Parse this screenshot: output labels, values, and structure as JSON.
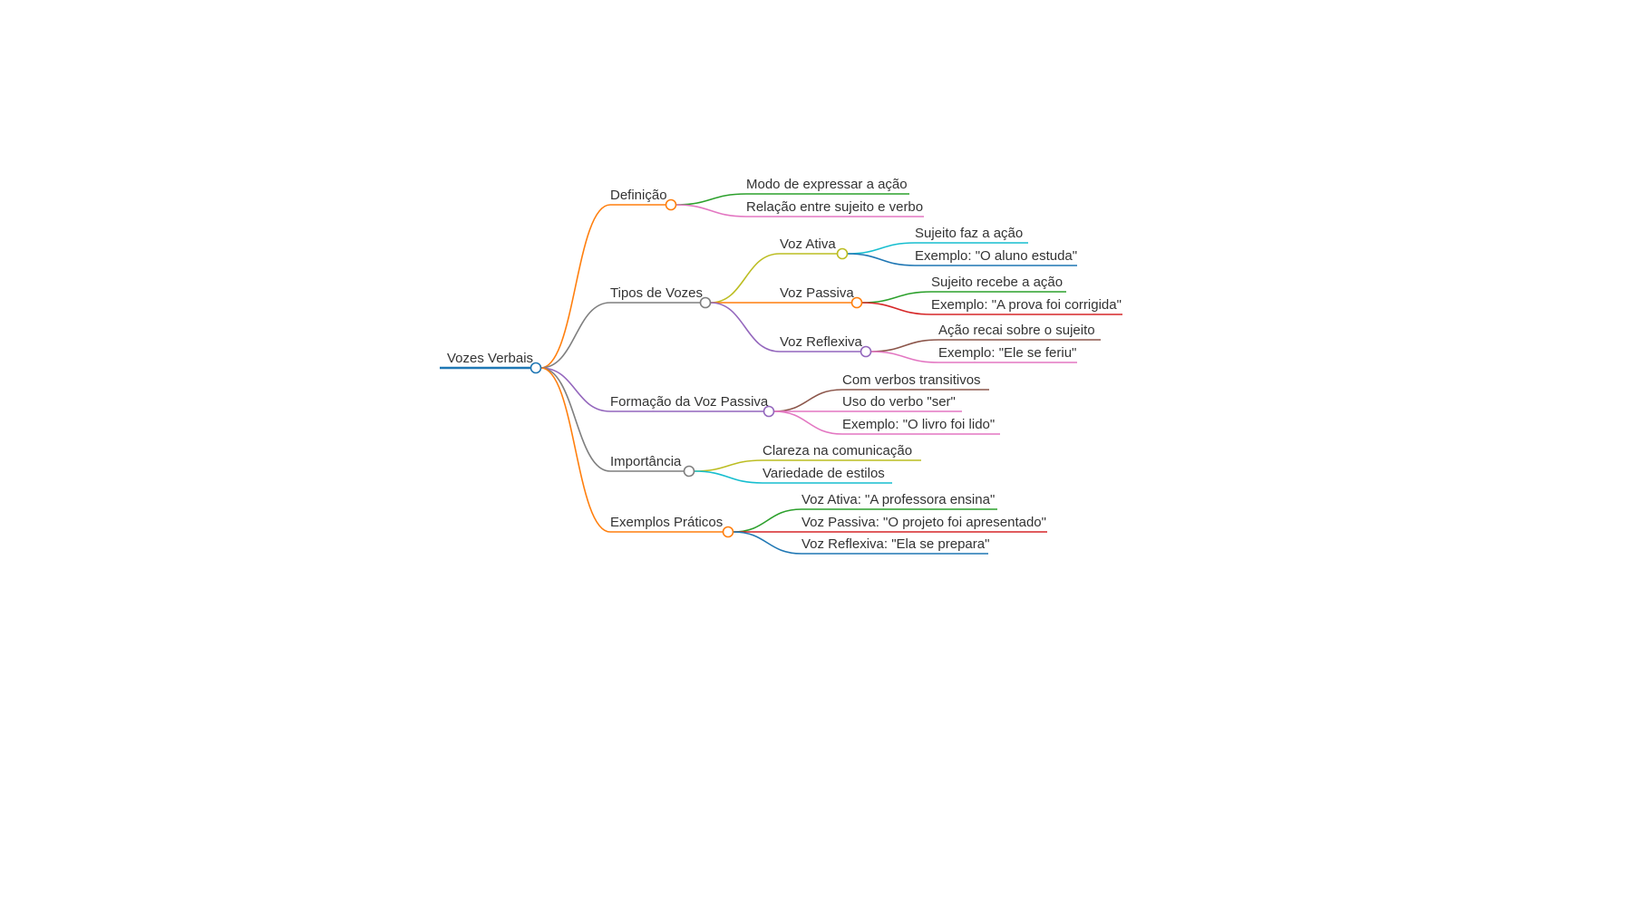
{
  "mindmap": {
    "root": {
      "label": "Vozes Verbais",
      "color": "#1f77b4",
      "children": [
        {
          "label": "Definição",
          "color": "#ff7f0e",
          "children": [
            {
              "label": "Modo de expressar a ação",
              "color": "#2ca02c"
            },
            {
              "label": "Relação entre sujeito e verbo",
              "color": "#e377c2"
            }
          ]
        },
        {
          "label": "Tipos de Vozes",
          "color": "#7f7f7f",
          "children": [
            {
              "label": "Voz Ativa",
              "color": "#bcbd22",
              "children": [
                {
                  "label": "Sujeito faz a ação",
                  "color": "#17becf"
                },
                {
                  "label": "Exemplo: \"O aluno estuda\"",
                  "color": "#1f77b4"
                }
              ]
            },
            {
              "label": "Voz Passiva",
              "color": "#ff7f0e",
              "children": [
                {
                  "label": "Sujeito recebe a ação",
                  "color": "#2ca02c"
                },
                {
                  "label": "Exemplo: \"A prova foi corrigida\"",
                  "color": "#d62728"
                }
              ]
            },
            {
              "label": "Voz Reflexiva",
              "color": "#9467bd",
              "children": [
                {
                  "label": "Ação recai sobre o sujeito",
                  "color": "#8c564b"
                },
                {
                  "label": "Exemplo: \"Ele se feriu\"",
                  "color": "#e377c2"
                }
              ]
            }
          ]
        },
        {
          "label": "Formação da Voz Passiva",
          "color": "#9467bd",
          "children": [
            {
              "label": "Com verbos transitivos",
              "color": "#8c564b"
            },
            {
              "label": "Uso do verbo \"ser\"",
              "color": "#e377c2"
            },
            {
              "label": "Exemplo: \"O livro foi lido\"",
              "color": "#e377c2"
            }
          ]
        },
        {
          "label": "Importância",
          "color": "#7f7f7f",
          "children": [
            {
              "label": "Clareza na comunicação",
              "color": "#bcbd22"
            },
            {
              "label": "Variedade de estilos",
              "color": "#17becf"
            }
          ]
        },
        {
          "label": "Exemplos Práticos",
          "color": "#ff7f0e",
          "children": [
            {
              "label": "Voz Ativa: \"A professora ensina\"",
              "color": "#2ca02c"
            },
            {
              "label": "Voz Passiva: \"O projeto foi apresentado\"",
              "color": "#d62728"
            },
            {
              "label": "Voz Reflexiva: \"Ela se prepara\"",
              "color": "#1f77b4"
            }
          ]
        }
      ]
    }
  }
}
